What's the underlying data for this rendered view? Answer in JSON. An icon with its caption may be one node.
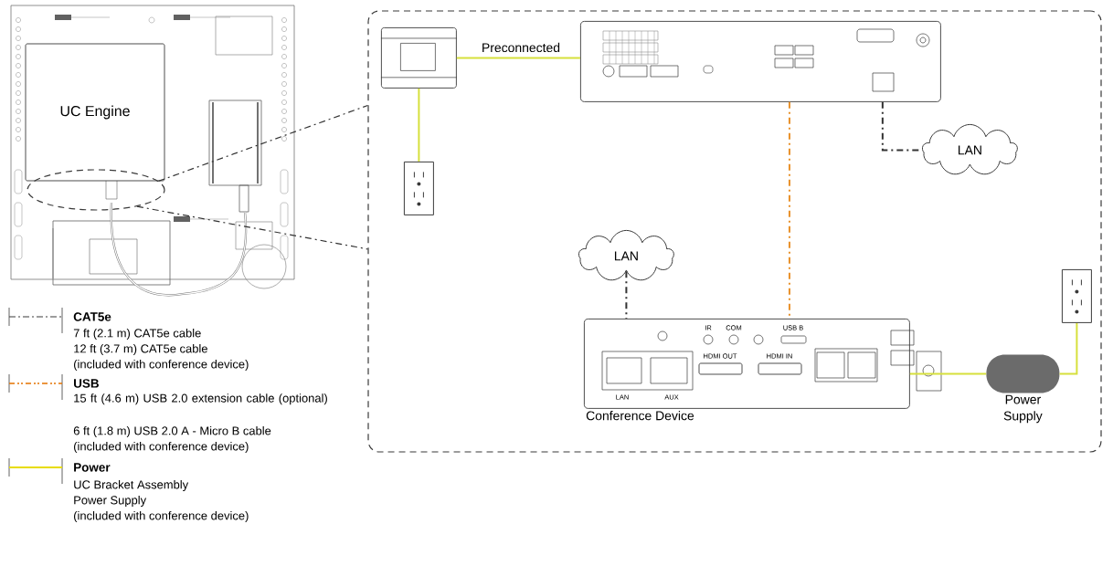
{
  "diagram": {
    "nodes": [
      {
        "text": [
          "UC Engine"
        ]
      },
      {
        "text": [],
        "shape": "circle"
      },
      {
        "text": [],
        "shape": "box"
      },
      {
        "text": [],
        "shape": "box",
        "in": 2
      },
      {
        "text": [],
        "shape": "box",
        "in": 2
      },
      {
        "text": [],
        "shape": "box",
        "in": 2
      },
      {
        "text": [
          "LAN"
        ],
        "in": 2
      },
      {
        "text": [
          "LAN"
        ],
        "in": 2
      },
      {
        "text": [
          "Conference Device"
        ],
        "in": 2
      },
      {
        "text": [
          "Power Supply"
        ],
        "in": 2
      },
      {
        "text": [],
        "shape": "box",
        "in": 2
      }
    ],
    "edges": [
      {
        "from": 1,
        "to": 2,
        "arrow": "none",
        "style": "dashed",
        "color": "#333333"
      },
      {
        "from": 1,
        "to": 2,
        "arrow": "none",
        "style": "dashed",
        "color": "#333333"
      },
      {
        "from": 3,
        "to": 5,
        "arrow": "none",
        "label": "Preconnected",
        "color": "#d6e03c"
      },
      {
        "from": 3,
        "to": 4,
        "arrow": "none",
        "color": "#d6e03c"
      },
      {
        "from": 5,
        "to": 6,
        "arrow": "none",
        "style": "dashed",
        "color": "#333333"
      },
      {
        "from": 5,
        "to": 8,
        "arrow": "none",
        "style": "dashed",
        "color": "#e8912a"
      },
      {
        "from": 7,
        "to": 8,
        "arrow": "none",
        "style": "dashed",
        "color": "#333333"
      },
      {
        "from": 8,
        "to": 9,
        "arrow": "none",
        "color": "#d6e03c"
      },
      {
        "from": 9,
        "to": 10,
        "arrow": "none",
        "color": "#d6e03c"
      }
    ],
    "labels": [
      "LAN",
      "AUX",
      "IR",
      "COM",
      "USB B",
      "HDMI OUT",
      "HDMI IN",
      "7 ft (2.1 m) CAT5e cable",
      "12 ft (3.7 m) CAT5e cable",
      "(included with conference device)",
      "15 ft (4.6 m) USB 2.0 extension cable (optional)",
      "6 ft (1.8 m) USB 2.0 A - Micro B cable",
      "(included with conference device)",
      "UC Bracket Assembly",
      "Power Supply",
      "(included with conference device)"
    ],
    "legend": [
      {
        "text": "CAT5e"
      },
      {
        "text": "USB"
      },
      {
        "text": "Power"
      }
    ]
  }
}
